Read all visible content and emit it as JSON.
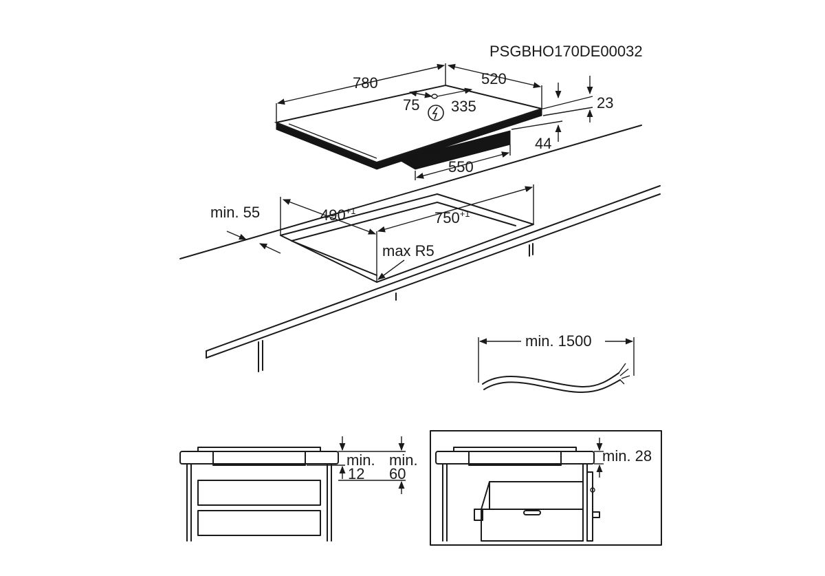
{
  "drawing_code": "PSGBHO170DE00032",
  "hob": {
    "width": "780",
    "depth": "520",
    "height": "44",
    "thickness": "23",
    "underside_depth": "550",
    "connection_offset": "75",
    "connection_distance": "335",
    "symbol": "electric-connection-icon"
  },
  "cutout": {
    "depth": "490",
    "depth_tol": "+1",
    "width": "750",
    "width_tol": "+1",
    "edge_min": "min. 55",
    "corner_radius": "max R5"
  },
  "cable": {
    "length": "min. 1500"
  },
  "install_drawer": {
    "min1_label": "min.",
    "min1_value": "12",
    "min2_label": "min.",
    "min2_value": "60"
  },
  "install_oven": {
    "clearance": "min. 28"
  }
}
